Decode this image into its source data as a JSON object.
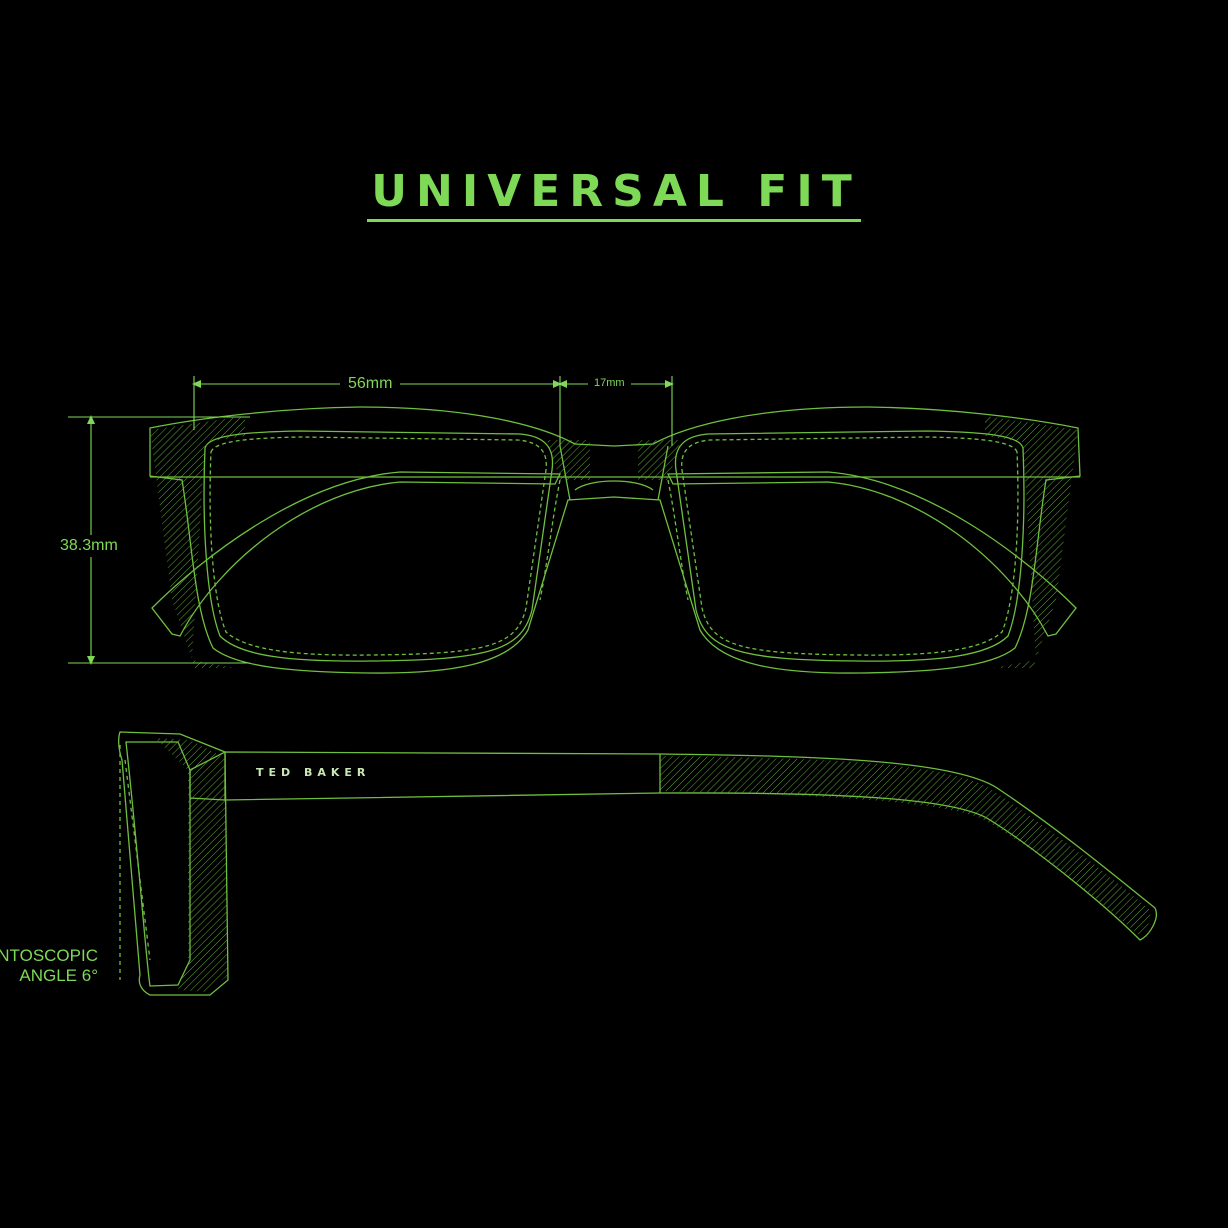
{
  "title": "UNIVERSAL FIT",
  "brand": "TED BAKER",
  "dimensions": {
    "lens_width": "56mm",
    "bridge_width": "17mm",
    "lens_height": "38.3mm",
    "pantoscopic_line1": "PANTOSCOPIC",
    "pantoscopic_line2": "ANGLE 6°"
  },
  "colors": {
    "accent": "#7ed957",
    "line": "#6fbf3f",
    "background": "#000000"
  }
}
